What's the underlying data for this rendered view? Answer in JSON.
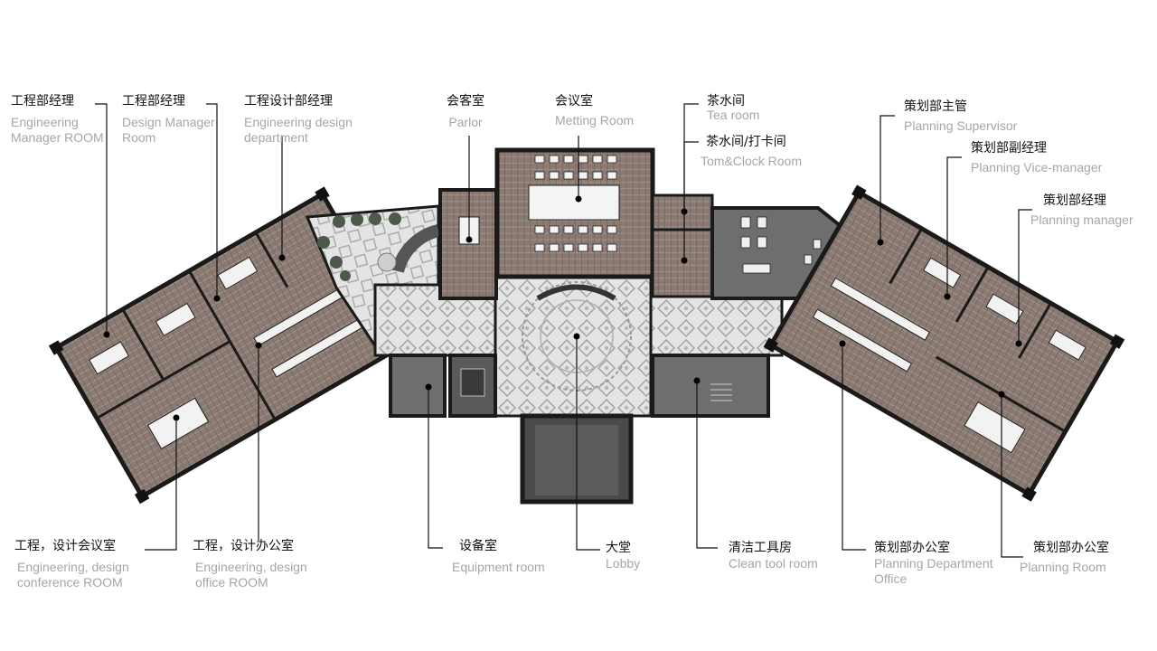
{
  "labels": [
    {
      "id": "eng-manager",
      "zh": "工程部经理",
      "en": [
        "Engineering",
        "Manager ROOM"
      ]
    },
    {
      "id": "design-manager",
      "zh": "工程部经理",
      "en": [
        "Design Manager",
        "Room"
      ]
    },
    {
      "id": "eng-design-dept",
      "zh": "工程设计部经理",
      "en": [
        "Engineering design",
        "department"
      ]
    },
    {
      "id": "parlor",
      "zh": "会客室",
      "en": [
        "Parlor"
      ]
    },
    {
      "id": "meeting-room",
      "zh": "会议室",
      "en": [
        "Metting Room"
      ]
    },
    {
      "id": "tea-room",
      "zh": "茶水间",
      "en": [
        "Tea room"
      ]
    },
    {
      "id": "tea-clock-room",
      "zh": "茶水间/打卡间",
      "en": [
        "Tom&Clock Room"
      ]
    },
    {
      "id": "planning-supervisor",
      "zh": "策划部主管",
      "en": [
        "Planning  Supervisor"
      ]
    },
    {
      "id": "planning-vice-manager",
      "zh": "策划部副经理",
      "en": [
        "Planning Vice-manager"
      ]
    },
    {
      "id": "planning-manager",
      "zh": "策划部经理",
      "en": [
        "Planning  manager"
      ]
    },
    {
      "id": "eng-conference",
      "zh": "工程，设计会议室",
      "en": [
        "Engineering, design",
        "conference ROOM"
      ]
    },
    {
      "id": "eng-office",
      "zh": "工程，设计办公室",
      "en": [
        "Engineering, design",
        "office ROOM"
      ]
    },
    {
      "id": "equipment-room",
      "zh": "设备室",
      "en": [
        "Equipment room"
      ]
    },
    {
      "id": "lobby",
      "zh": "大堂",
      "en": [
        "Lobby"
      ]
    },
    {
      "id": "clean-tool-room",
      "zh": "清洁工具房",
      "en": [
        "Clean tool room"
      ]
    },
    {
      "id": "planning-dept-office",
      "zh": "策划部办公室",
      "en": [
        "Planning Department",
        "Office"
      ]
    },
    {
      "id": "planning-room",
      "zh": "策划部办公室",
      "en": [
        "Planning Room"
      ]
    }
  ],
  "colors": {
    "wood_floor": "#8a7a72",
    "wood_floor_dark": "#6f625c",
    "tile_floor": "#d9d9d9",
    "wall": "#1a1a1a",
    "gray_room": "#6e6e6e",
    "dark_room": "#4a4a4a"
  }
}
